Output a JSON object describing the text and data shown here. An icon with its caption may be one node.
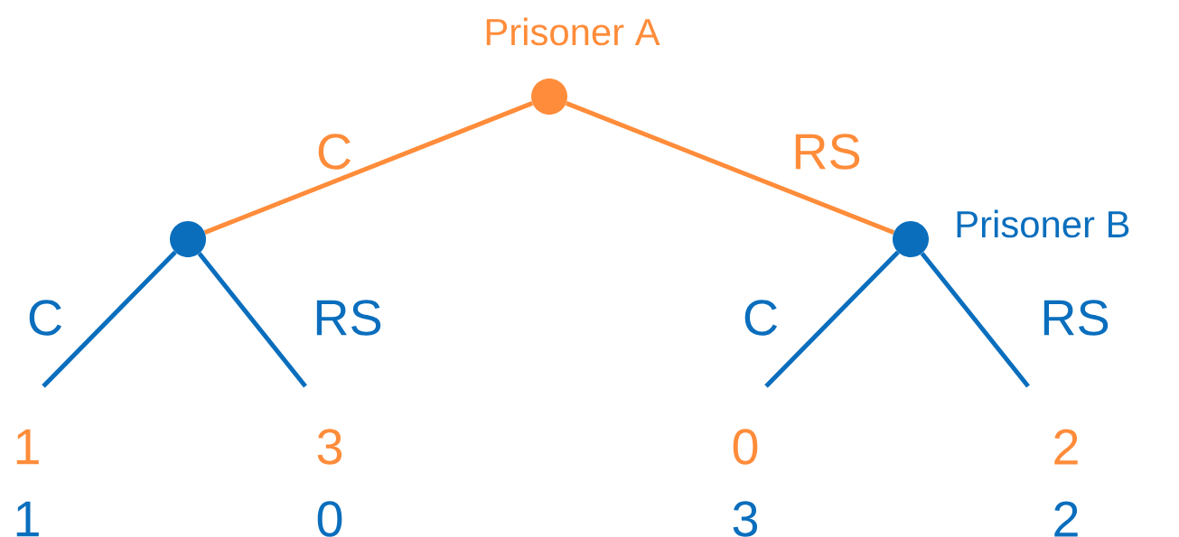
{
  "diagram": {
    "nodes": [
      {
        "text": [],
        "shape": "circle",
        "beside": [
          "Prisoner A"
        ]
      },
      {
        "text": [],
        "shape": "circle"
      },
      {
        "text": [],
        "shape": "circle",
        "beside": [
          "Prisoner B"
        ]
      }
    ],
    "edges": [
      {
        "from": 0,
        "to": 1,
        "arrow": "none",
        "label": "C",
        "color": "#ff8c3a"
      },
      {
        "from": 0,
        "to": 2,
        "arrow": "none",
        "label": "RS",
        "color": "#ff8c3a"
      },
      {
        "from": 1,
        "to": null,
        "arrow": "none",
        "label": "C"
      },
      {
        "from": 1,
        "to": null,
        "arrow": "none",
        "label": "RS"
      },
      {
        "from": 2,
        "to": null,
        "arrow": "none",
        "label": "C"
      },
      {
        "from": 2,
        "to": null,
        "arrow": "none",
        "label": "RS"
      }
    ],
    "labels": [
      "1",
      "3",
      "0",
      "2",
      "1",
      "0",
      "3",
      "2"
    ]
  }
}
